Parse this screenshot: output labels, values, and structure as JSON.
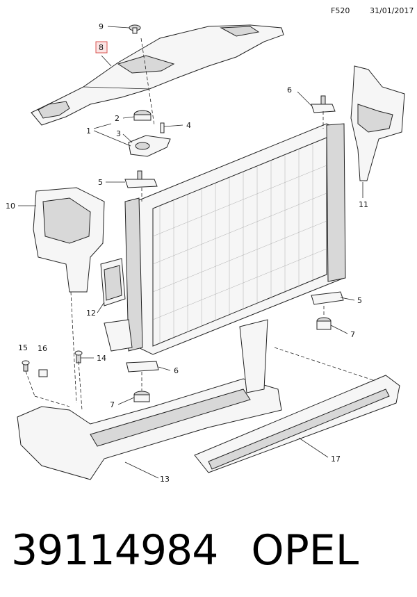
{
  "header": {
    "diagram_code": "F520",
    "date": "31/01/2017"
  },
  "highlighted_callout": "8",
  "callouts": [
    {
      "id": "c1",
      "label": "1"
    },
    {
      "id": "c2",
      "label": "2"
    },
    {
      "id": "c3",
      "label": "3"
    },
    {
      "id": "c4",
      "label": "4"
    },
    {
      "id": "c5a",
      "label": "5"
    },
    {
      "id": "c5b",
      "label": "5"
    },
    {
      "id": "c6a",
      "label": "6"
    },
    {
      "id": "c6b",
      "label": "6"
    },
    {
      "id": "c7a",
      "label": "7"
    },
    {
      "id": "c7b",
      "label": "7"
    },
    {
      "id": "c8",
      "label": "8"
    },
    {
      "id": "c9",
      "label": "9"
    },
    {
      "id": "c10",
      "label": "10"
    },
    {
      "id": "c11",
      "label": "11"
    },
    {
      "id": "c12",
      "label": "12"
    },
    {
      "id": "c13",
      "label": "13"
    },
    {
      "id": "c14",
      "label": "14"
    },
    {
      "id": "c15",
      "label": "15"
    },
    {
      "id": "c16",
      "label": "16"
    },
    {
      "id": "c17",
      "label": "17"
    }
  ],
  "footer": {
    "part_number": "39114984",
    "brand": "OPEL"
  },
  "colors": {
    "line": "#222222",
    "highlight_fill": "#fbe4e4",
    "highlight_stroke": "#d9534f"
  }
}
